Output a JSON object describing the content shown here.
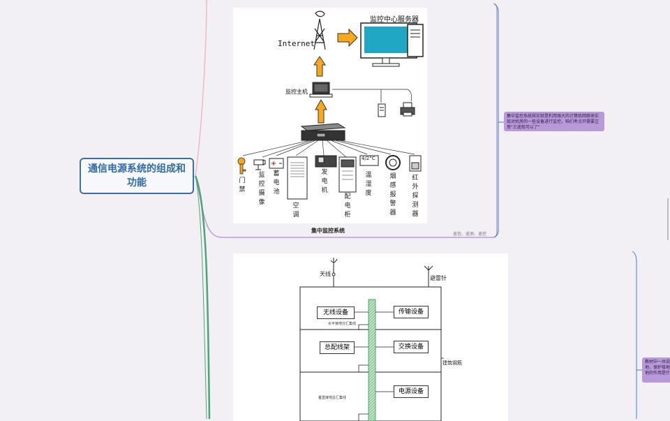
{
  "mindmap": {
    "root": "通信电源系统的组成和功能",
    "branch1": {
      "caption": "集中监控系统",
      "tag": "遥信、遥测、遥控",
      "note": "集中监控系统其实就是利用强大的计算机网络来实现对机房的一些设备进行监控，咱们考点只需要注意\"三遥就可以了\""
    },
    "branch2": {
      "note": "教材中一共说了工作接地、保护接地和防雷接地的作用是什么。"
    }
  },
  "diagram1": {
    "internet": "Internet",
    "server": "监控中心服务器",
    "host": "监控主机",
    "devices": [
      {
        "id": "door",
        "label": "门禁"
      },
      {
        "id": "camera",
        "label": "监控摄像"
      },
      {
        "id": "battery",
        "label": "蓄电池"
      },
      {
        "id": "ac",
        "label": "空调"
      },
      {
        "id": "generator",
        "label": "发电机"
      },
      {
        "id": "cabinet",
        "label": "配电柜"
      },
      {
        "id": "temp",
        "label": "温湿度"
      },
      {
        "id": "smoke",
        "label": "烟感报警器"
      },
      {
        "id": "infrared",
        "label": "红外探测器"
      }
    ],
    "temp_display": "4/2°C"
  },
  "diagram2": {
    "antenna": "天线",
    "lightning_rod": "避雷针",
    "wireless": "无线设备",
    "transmission": "传输设备",
    "mdf": "总配线架",
    "switching": "交换设备",
    "power": "电源设备",
    "horizontal_bus": "水平接地分汇集线",
    "vertical_bus": "垂直接地总汇集线",
    "building_steel": "建筑钢筋"
  },
  "colors": {
    "root_border": "#3d6f9e",
    "root_text": "#2f6aa8",
    "branch_pink": "#f3b6c6",
    "branch_purple": "#b99ad8",
    "branch_green": "#4ea37a",
    "branch_blue": "#3a7fc0",
    "arrow": "#f7a81b",
    "monitor": "#20a7c4"
  }
}
